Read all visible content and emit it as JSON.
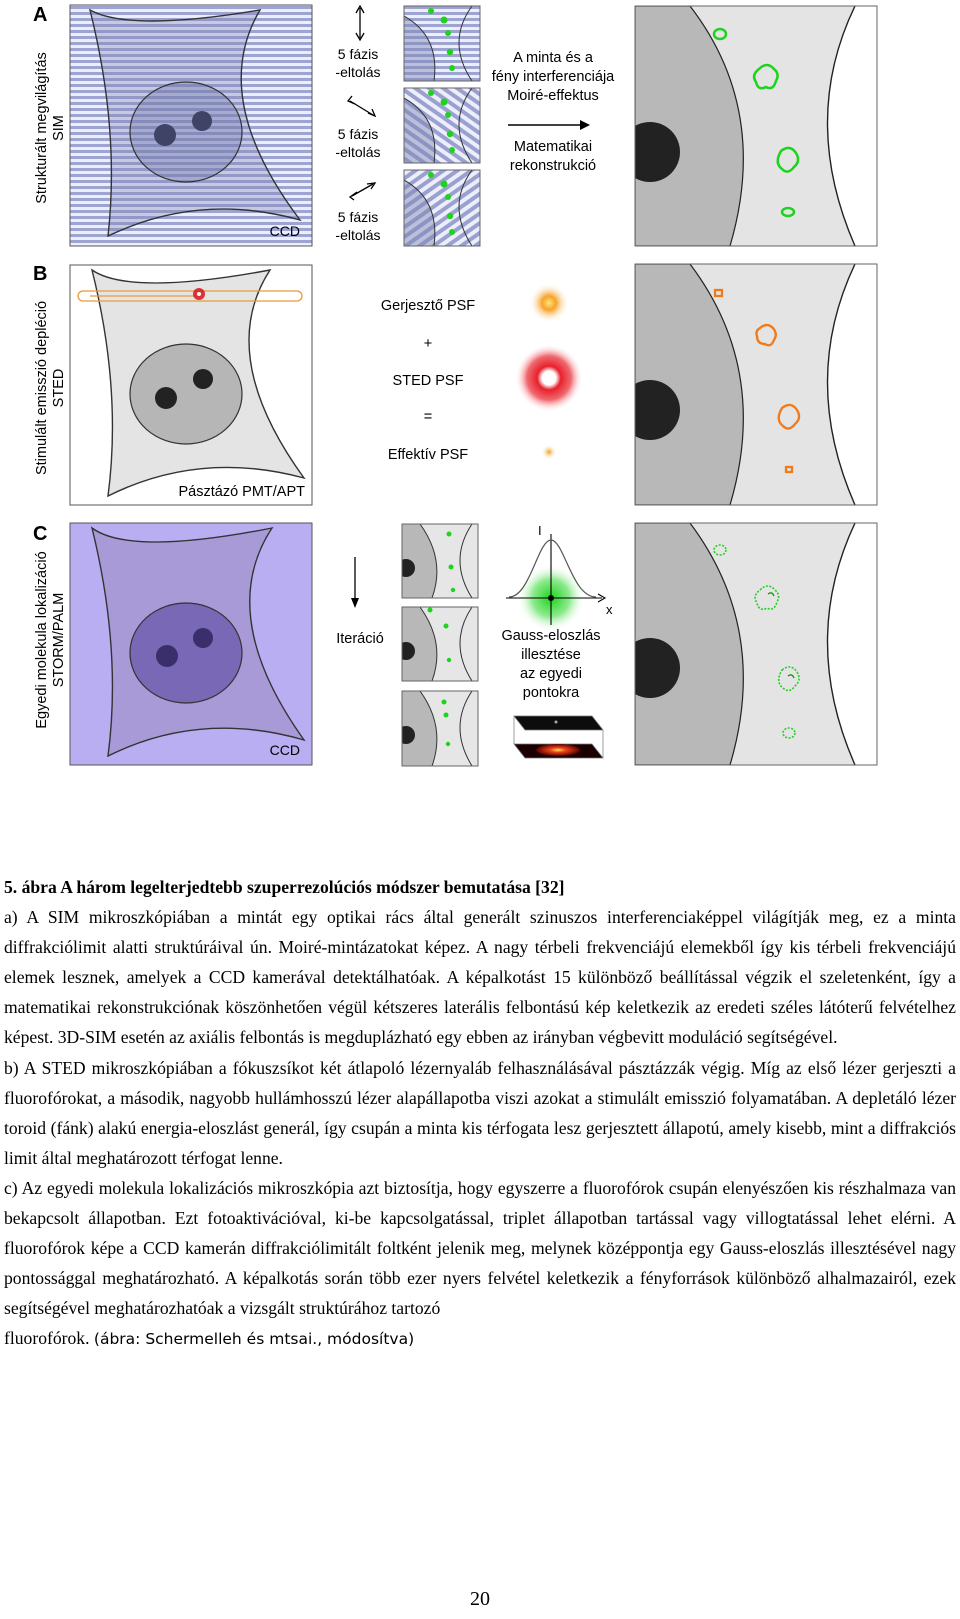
{
  "figure": {
    "panel_letters": [
      "A",
      "B",
      "C"
    ],
    "side_labels": {
      "a": [
        "Strukturált megvilágítás",
        "SIM"
      ],
      "b": [
        "Stimulált emisszió depléció",
        "STED"
      ],
      "c": [
        "Egyedi molekula lokalizáció",
        "STORM/PALM"
      ]
    },
    "detector_labels": {
      "a": "CCD",
      "b": "Pásztázó PMT/APT",
      "c": "CCD"
    },
    "phase_shift": {
      "line1": "5 fázis",
      "line2": "-eltolás"
    },
    "sim_text": {
      "interference": [
        "A minta és a",
        "fény interferenciája",
        "Moiré-effektus"
      ],
      "reconstruction": [
        "Matematikai",
        "rekonstrukció"
      ]
    },
    "sted_text": {
      "excitation_psf": "Gerjesztő PSF",
      "plus": "+",
      "sted_psf": "STED PSF",
      "equals": "=",
      "effective_psf": "Effektív PSF"
    },
    "storm_text": {
      "iteration": "Iteráció",
      "gauss": [
        "Gauss-eloszlás",
        "illesztése",
        "az egyedi",
        "pontokra"
      ],
      "axis_i": "I",
      "axis_x": "x"
    },
    "colors": {
      "sim_green": "#1dd31d",
      "sted_orange": "#f07a1a",
      "sted_red": "#d8141c",
      "storm_purple": "#b9aef2"
    }
  },
  "caption": {
    "title": "5. ábra A három legelterjedtebb szuperrezolúciós módszer bemutatása [32]",
    "para_a": "a) A SIM mikroszkópiában a mintát egy optikai rács által generált szinuszos interferenciaképpel világítják meg, ez a minta diffrakciólimit alatti struktúráival ún. Moiré-mintázatokat képez. A nagy térbeli frekvenciájú elemekből így kis térbeli frekvenciájú elemek lesznek, amelyek a CCD kamerával detektálhatóak. A képalkotást 15 különböző beállítással végzik el szeletenként, így a matematikai rekonstrukciónak köszönhetően végül kétszeres laterális felbontású kép keletkezik az eredeti széles látóterű felvételhez képest. 3D-SIM esetén az axiális felbontás is megduplázható egy ebben az irányban végbevitt moduláció segítségével.",
    "para_b": "b) A STED mikroszkópiában a fókuszsíkot két átlapoló lézernyaláb felhasználásával pásztázzák végig. Míg az első lézer gerjeszti a fluorofórokat, a második, nagyobb hullámhosszú lézer alapállapotba viszi azokat a stimulált emisszió folyamatában. A depletáló lézer toroid (fánk) alakú energia-eloszlást generál, így csupán a minta kis térfogata lesz gerjesztett állapotú, amely kisebb, mint a diffrakciós limit által meghatározott térfogat lenne.",
    "para_c": "c) Az egyedi molekula lokalizációs mikroszkópia azt biztosítja, hogy egyszerre a fluorofórok csupán elenyészően kis részhalmaza van bekapcsolt állapotban. Ezt fotoaktivációval, ki-be kapcsolgatással, triplet állapotban tartással vagy villogtatással lehet elérni. A fluorofórok képe a CCD kamerán diffrakciólimitált foltként jelenik meg, melynek középpontja egy Gauss-eloszlás illesztésével nagy pontossággal meghatározható. A képalkotás során több ezer nyers felvétel keletkezik a fényforrások különböző alhalmazairól, ezek segítségével meghatározhatóak a vizsgált struktúrához tartozó",
    "para_c_end": "fluorofórok.",
    "credit": "(ábra: Schermelleh és mtsai., módosítva)"
  },
  "page_number": "20"
}
